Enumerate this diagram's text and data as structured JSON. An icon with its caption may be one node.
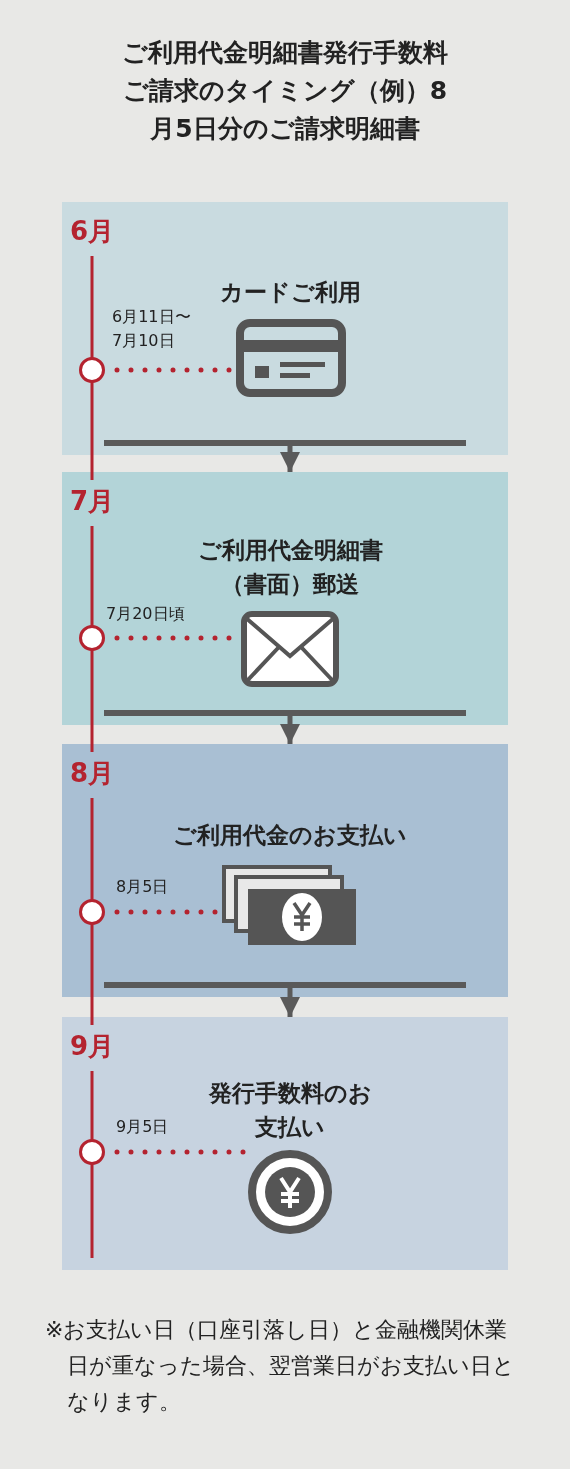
{
  "diagram": {
    "title": "ご利用代金明細書発行手数料ご請求のタイミング（例）8月5日分のご請求明細書",
    "nodes": [
      {
        "text": [
          "6月",
          "カードご利用"
        ]
      },
      {
        "text": [],
        "shape": "circle",
        "in": 0,
        "beside": [
          "6月11日〜7月10日"
        ]
      },
      {
        "text": [],
        "shape": "card",
        "in": 0
      },
      {
        "text": [
          "7月",
          "ご利用代金明細書（書面）郵送"
        ]
      },
      {
        "text": [],
        "shape": "circle",
        "in": 3,
        "beside": [
          "7月20日頃"
        ]
      },
      {
        "text": [],
        "shape": "envelope",
        "in": 3
      },
      {
        "text": [
          "8月",
          "ご利用代金のお支払い"
        ]
      },
      {
        "text": [],
        "shape": "circle",
        "in": 6,
        "beside": [
          "8月5日"
        ]
      },
      {
        "text": [],
        "shape": "banknotes",
        "in": 6
      },
      {
        "text": [
          "9月",
          "発行手数料のお支払い"
        ]
      },
      {
        "text": [],
        "shape": "circle",
        "in": 9,
        "beside": [
          "9月5日"
        ]
      },
      {
        "text": [],
        "shape": "coin",
        "in": 9
      }
    ],
    "edges": [
      {
        "from": 1,
        "to": 2,
        "arrow": "none",
        "style": "dashed",
        "color": "#b4232f"
      },
      {
        "from": 0,
        "to": 3,
        "arrow": "to",
        "color": "#5a5a5a"
      },
      {
        "from": 4,
        "to": 5,
        "arrow": "none",
        "style": "dashed",
        "color": "#b4232f"
      },
      {
        "from": 3,
        "to": 6,
        "arrow": "to",
        "color": "#5a5a5a"
      },
      {
        "from": 7,
        "to": 8,
        "arrow": "none",
        "style": "dashed",
        "color": "#b4232f"
      },
      {
        "from": 6,
        "to": 9,
        "arrow": "to",
        "color": "#5a5a5a"
      },
      {
        "from": 10,
        "to": 11,
        "arrow": "none",
        "style": "dashed",
        "color": "#b4232f"
      }
    ],
    "labels": [
      "※お支払い日（口座引落し日）と金融機関休業日が重なった場合、翌営業日がお支払い日となります。"
    ]
  }
}
